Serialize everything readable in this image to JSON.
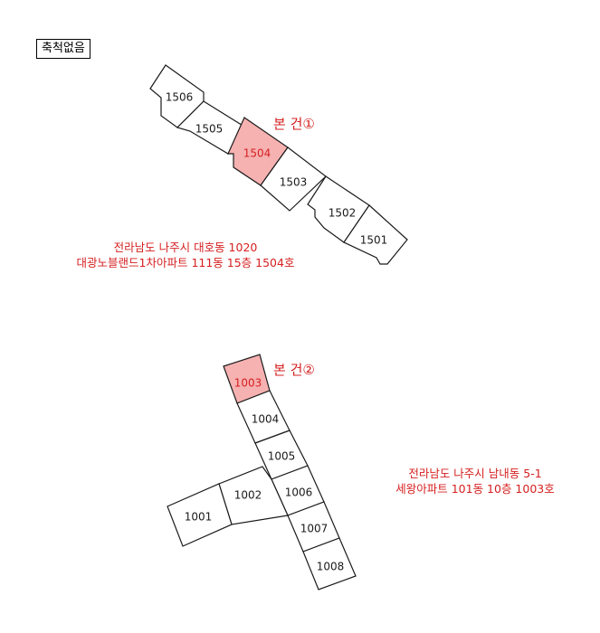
{
  "scale_badge": "축척없음",
  "building1": {
    "tag": "본 건①",
    "caption_line1": "전라남도 나주시 대호동 1020",
    "caption_line2": "대광노블랜드1차아파트 111동 15층 1504호",
    "units": [
      "1506",
      "1505",
      "1504",
      "1503",
      "1502",
      "1501"
    ],
    "highlighted": "1504"
  },
  "building2": {
    "tag": "본 건②",
    "caption_line1": "전라남도 나주시 남내동 5-1",
    "caption_line2": "세왕아파트 101동 10층 1003호",
    "units": [
      "1003",
      "1004",
      "1005",
      "1006",
      "1007",
      "1008",
      "1002",
      "1001"
    ],
    "highlighted": "1003"
  },
  "colors": {
    "highlight_fill": "#f6b1b1",
    "highlight_text": "#d62020",
    "outline": "#1a1a1a"
  }
}
